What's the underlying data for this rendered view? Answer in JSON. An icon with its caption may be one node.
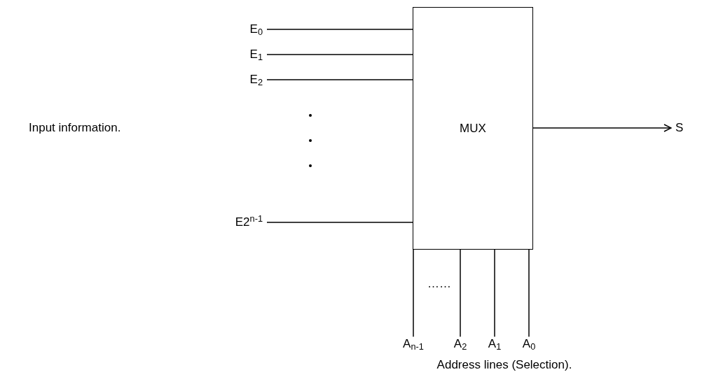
{
  "diagram": {
    "nodes": [
      {
        "text": [
          "MUX"
        ]
      },
      {
        "text": [
          "E$_{0}$"
        ]
      },
      {
        "text": [
          "E$_{1}$"
        ]
      },
      {
        "text": [
          "E$_{2}$"
        ]
      },
      {
        "text": [
          "E2$^{n-1}$"
        ]
      },
      {
        "text": [
          "S"
        ]
      },
      {
        "text": [
          "A$_{n-1}$"
        ]
      },
      {
        "text": [
          "A$_{2}$"
        ]
      },
      {
        "text": [
          "A$_{1}$"
        ]
      },
      {
        "text": [
          "A$_{0}$"
        ]
      }
    ],
    "edges": [
      {
        "from": 1,
        "to": 0,
        "arrow": "none"
      },
      {
        "from": 2,
        "to": 0,
        "arrow": "none"
      },
      {
        "from": 3,
        "to": 0,
        "arrow": "none"
      },
      {
        "from": 4,
        "to": 0,
        "arrow": "none"
      },
      {
        "from": 0,
        "to": 5,
        "arrow": "to"
      },
      {
        "from": 6,
        "to": 0,
        "arrow": "none"
      },
      {
        "from": 7,
        "to": 0,
        "arrow": "none"
      },
      {
        "from": 8,
        "to": 0,
        "arrow": "none"
      },
      {
        "from": 9,
        "to": 0,
        "arrow": "none"
      }
    ],
    "labels": [
      "Input information.",
      "……",
      "Address lines (Selection)."
    ]
  }
}
